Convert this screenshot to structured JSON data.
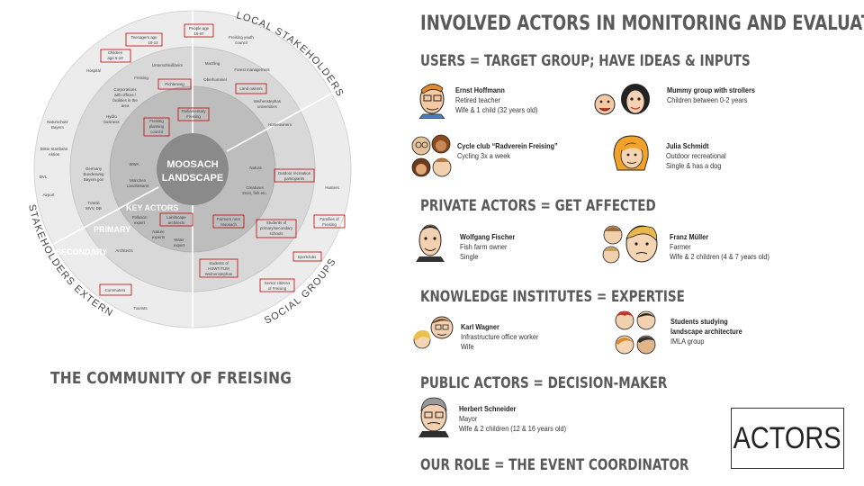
{
  "title": "INVOLVED ACTORS IN MONITORING AND EVALUATION",
  "community_title": "THE COMMUNITY OF FREISING",
  "actors_label": "ACTORS",
  "diagram": {
    "center": [
      "MOOSACH",
      "LANDSCAPE"
    ],
    "ring_key_actors": "KEY ACTORS",
    "ring_primary": "PRIMARY",
    "ring_secondary": "SECONDARY",
    "outer_local": "LOCAL  STAKEHOLDERS",
    "outer_external": "STAKEHOLDERS  EXTERNAL",
    "outer_social": "SOCIAL  GROUPS",
    "items": {
      "teenagers": [
        "Teenagers age",
        "10-13"
      ],
      "people_age": [
        "People age",
        "16-67"
      ],
      "freising_youth": [
        "Freising youth",
        "council"
      ],
      "children": [
        "Children",
        "age 6-10"
      ],
      "hospital": "Hospital",
      "unterschleissheim": "Unterschleißheim",
      "marzling": "Marzling",
      "forest_management": "Forest management",
      "freising": "Freising",
      "pichlerweg": "Pichlerweg",
      "land_owners": "Land owners",
      "oberhummel": "Oberhummel",
      "corporations": [
        "Corporations",
        "with offices /",
        "facilities in the",
        "area"
      ],
      "hydro": [
        "Hydro",
        "business"
      ],
      "parliamentary": [
        "Parliamentary",
        "Freising"
      ],
      "weihenstephan_univ": [
        "Weihenstephan",
        "universities"
      ],
      "freising_planning": [
        "Freising",
        "planning",
        "council"
      ],
      "homeowners": "Homeowners",
      "naturschutz": [
        "Naturschutz",
        "Bayern"
      ],
      "wwa": "WWA",
      "natura": "Natura",
      "outdoor_recreation": [
        "Outdoor recreation",
        "participants"
      ],
      "drittes": [
        "Dritte Startbahn",
        "Aktion"
      ],
      "dvl": "DVL",
      "germany": [
        "Germany",
        "Bundesweg",
        "Bayern.gov"
      ],
      "muenchen": [
        "München",
        "Landratsamt"
      ],
      "creatures": [
        "Creatures",
        "trees, fish etc."
      ],
      "hunters": "Hunters",
      "airport": "Airport",
      "transit": [
        "Transit",
        "MVV, DB"
      ],
      "pollution": [
        "Pollution",
        "expert"
      ],
      "landscape_architects": [
        "Landscape",
        "architects"
      ],
      "farmers": [
        "Farmers near",
        "Moosach"
      ],
      "students_schools": [
        "Students of",
        "primary/secondary",
        "schools"
      ],
      "families": [
        "Families of",
        "Freising"
      ],
      "nature_experts": [
        "Nature",
        "experts"
      ],
      "water_expert": [
        "Water",
        "expert"
      ],
      "architects": "Architects",
      "sportclubs": "Sportclubs",
      "students_hswt": [
        "students of",
        "HSWT/TUM",
        "Weihenstephan"
      ],
      "commuters": "Commuters",
      "senior": [
        "Senior citizens",
        "of Freising"
      ],
      "tourists": "Tourists"
    }
  },
  "sections": {
    "users": "USERS = TARGET GROUP; HAVE IDEAS & INPUTS",
    "private": "PRIVATE ACTORS = GET AFFECTED",
    "knowledge": "KNOWLEDGE INSTITUTES = EXPERTISE",
    "public": "PUBLIC ACTORS = DECISION-MAKER",
    "role": "OUR ROLE = THE EVENT COORDINATOR"
  },
  "people": {
    "ernst": {
      "name": "Ernst Hoffmann",
      "l1": "Retired teacher",
      "l2": "Wife & 1 child (32 years old)"
    },
    "mummy": {
      "name": "Mummy group with strollers",
      "l1": "Children between 0-2 years"
    },
    "cycle": {
      "name": "Cycle club “Radverein Freising”",
      "l1": "Cycling 3x a week"
    },
    "julia": {
      "name": "Julia Schmidt",
      "l1": "Outdoor recreational",
      "l2": "Single & has a dog"
    },
    "wolfgang": {
      "name": "Wolfgang Fischer",
      "l1": "Fish farm owner",
      "l2": "Single"
    },
    "franz": {
      "name": "Franz Müller",
      "l1": "Farmer",
      "l2": "Wife & 2 children (4 & 7 years old)"
    },
    "karl": {
      "name": "Karl Wagner",
      "l1": "Infrastructure office worker",
      "l2": "Wife"
    },
    "students": {
      "name": "Students studying",
      "name2": "landscape architecture",
      "l1": "IMLA group"
    },
    "herbert": {
      "name": "Herbert Schneider",
      "l1": "Mayor",
      "l2": "Wife & 2 children (12 & 16 years old)"
    }
  },
  "colors": {
    "heading": "#5a5a5a",
    "outer_ring": "#ececec",
    "middle_ring": "#d6d6d6",
    "inner_ring": "#bdbdbd",
    "center": "#8e8e8e",
    "highlight_box": "#c00000"
  }
}
